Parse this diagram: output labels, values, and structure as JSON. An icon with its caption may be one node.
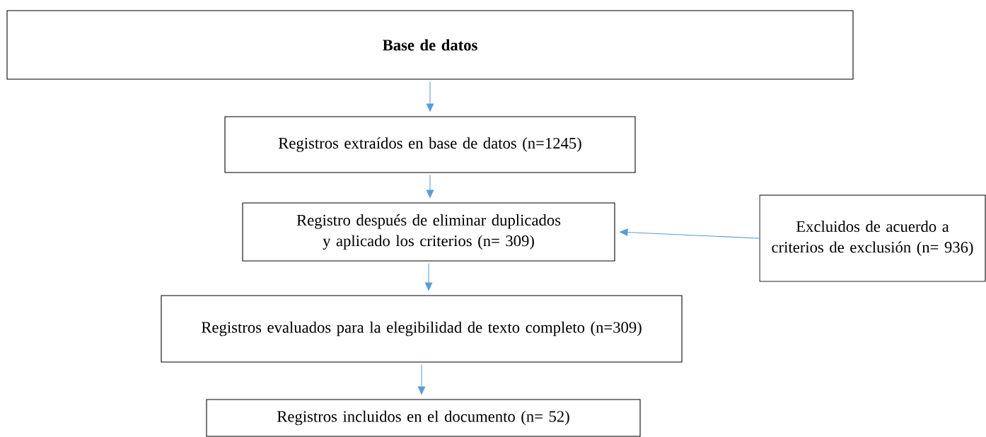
{
  "diagram": {
    "nodes": [
      {
        "text": [
          "Base de datos"
        ]
      },
      {
        "text": [
          "Registros extraídos en base de datos (n=1245)"
        ]
      },
      {
        "text": [
          "Registro después de eliminar duplicados y aplicado los criterios (n= 309)"
        ]
      },
      {
        "text": [
          "Excluidos de acuerdo a criterios de exclusión (n= 936)"
        ]
      },
      {
        "text": [
          "Registros evaluados para la elegibilidad de texto completo (n=309)"
        ]
      },
      {
        "text": [
          "Registros incluidos en el documento (n= 52)"
        ]
      }
    ],
    "edges": [
      {
        "from": 0,
        "to": 1,
        "arrow": "to"
      },
      {
        "from": 1,
        "to": 2,
        "arrow": "to"
      },
      {
        "from": 3,
        "to": 2,
        "arrow": "to"
      },
      {
        "from": 2,
        "to": 4,
        "arrow": "to"
      },
      {
        "from": 4,
        "to": 5,
        "arrow": "to"
      }
    ]
  }
}
